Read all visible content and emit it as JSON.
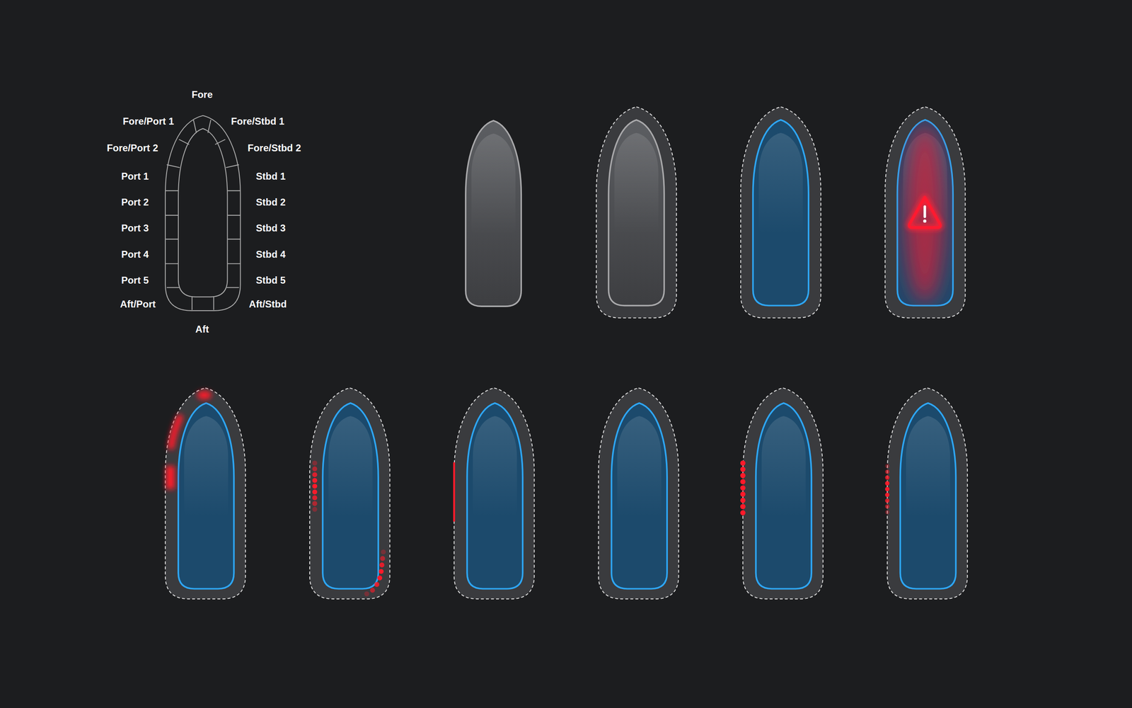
{
  "diagram": {
    "labels": [
      "Fore",
      "Fore/Port 1",
      "Fore/Stbd 1",
      "Fore/Port 2",
      "Fore/Stbd 2",
      "Port 1",
      "Stbd 1",
      "Port 2",
      "Stbd 2",
      "Port 3",
      "Stbd 3",
      "Port 4",
      "Stbd 4",
      "Port 5",
      "Stbd 5",
      "Aft/Port",
      "Aft/Stbd",
      "Aft"
    ]
  }
}
